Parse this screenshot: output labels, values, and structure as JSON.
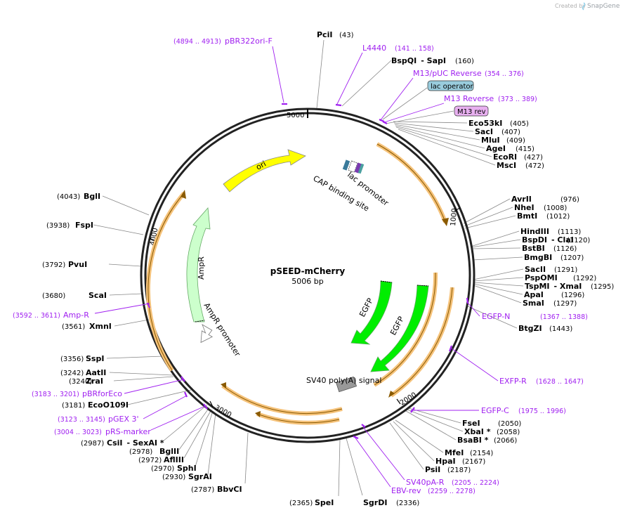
{
  "credit": {
    "prefix": "Created by",
    "brand": "SnapGene"
  },
  "plasmid": {
    "name": "pSEED-mCherry",
    "size": "5006 bp"
  },
  "ticks": [
    "1000",
    "2000",
    "3000",
    "4000",
    "5000"
  ],
  "features": [
    {
      "label": "ori",
      "color": "#ffff00"
    },
    {
      "label": "AmpR",
      "color": "#ccffcc"
    },
    {
      "label": "AmpR promoter",
      "color": "#ffffff"
    },
    {
      "label": "EGFP",
      "color": "#00ee00"
    },
    {
      "label": "EGFP",
      "color": "#00ee00"
    },
    {
      "label": "lac promoter",
      "color": "#ffffff"
    },
    {
      "label": "CAP binding site",
      "color": "#ffffff"
    },
    {
      "label": "SV40 poly(A) signal",
      "color": "#999999"
    }
  ],
  "boxed_features": [
    {
      "label": "lac operator",
      "color": "#99ccdd"
    },
    {
      "label": "M13 rev",
      "color": "#e8b0f0"
    }
  ],
  "sites": [
    {
      "name": "PciI",
      "pos": "(43)"
    },
    {
      "name": "BspQI",
      "suffix": "- SapI",
      "pos": "(160)"
    },
    {
      "name": "Eco53kI",
      "pos": "(405)"
    },
    {
      "name": "SacI",
      "pos": "(407)"
    },
    {
      "name": "MluI",
      "pos": "(409)"
    },
    {
      "name": "AgeI",
      "pos": "(415)"
    },
    {
      "name": "EcoRI",
      "pos": "(427)"
    },
    {
      "name": "MscI",
      "pos": "(472)"
    },
    {
      "name": "AvrII",
      "pos": "(976)"
    },
    {
      "name": "NheI",
      "pos": "(1008)"
    },
    {
      "name": "BmtI",
      "pos": "(1012)"
    },
    {
      "name": "HindIII",
      "pos": "(1113)"
    },
    {
      "name": "BspDI",
      "suffix": "- ClaI",
      "pos": "(1120)"
    },
    {
      "name": "BstBI",
      "pos": "(1126)"
    },
    {
      "name": "BmgBI",
      "pos": "(1207)"
    },
    {
      "name": "SacII",
      "pos": "(1291)"
    },
    {
      "name": "PspOMI",
      "pos": "(1292)"
    },
    {
      "name": "TspMI",
      "suffix": "- XmaI",
      "pos": "(1295)"
    },
    {
      "name": "ApaI",
      "pos": "(1296)"
    },
    {
      "name": "SmaI",
      "pos": "(1297)"
    },
    {
      "name": "BtgZI",
      "pos": "(1443)"
    },
    {
      "name": "FseI",
      "pos": "(2050)"
    },
    {
      "name": "XbaI *",
      "pos": "(2058)"
    },
    {
      "name": "BsaBI *",
      "pos": "(2066)"
    },
    {
      "name": "MfeI",
      "pos": "(2154)"
    },
    {
      "name": "HpaI",
      "pos": "(2167)"
    },
    {
      "name": "PsiI",
      "pos": "(2187)"
    },
    {
      "name": "SgrDI",
      "pos": "(2336)"
    },
    {
      "name": "SpeI",
      "pos": "(2365)"
    },
    {
      "name": "BbvCI",
      "pos": "(2787)"
    },
    {
      "name": "SgrAI",
      "pos": "(2930)"
    },
    {
      "name": "SphI",
      "pos": "(2970)"
    },
    {
      "name": "AflIII",
      "pos": "(2972)"
    },
    {
      "name": "BglII",
      "pos": "(2978)"
    },
    {
      "name": "CsiI",
      "suffix": "- SexAI *",
      "pos": "(2987)"
    },
    {
      "name": "EcoO109I",
      "pos": "(3181)"
    },
    {
      "name": "ZraI",
      "pos": "(3240)"
    },
    {
      "name": "AatII",
      "pos": "(3242)"
    },
    {
      "name": "SspI",
      "pos": "(3356)"
    },
    {
      "name": "XmnI",
      "pos": "(3561)"
    },
    {
      "name": "ScaI",
      "pos": "(3680)"
    },
    {
      "name": "PvuI",
      "pos": "(3792)"
    },
    {
      "name": "FspI",
      "pos": "(3938)"
    },
    {
      "name": "BglI",
      "pos": "(4043)"
    }
  ],
  "primers": [
    {
      "name": "pBR322ori-F",
      "range": "(4894 .. 4913)"
    },
    {
      "name": "L4440",
      "range": "(141 .. 158)"
    },
    {
      "name": "M13/pUC Reverse",
      "range": "(354 .. 376)"
    },
    {
      "name": "M13 Reverse",
      "range": "(373 .. 389)"
    },
    {
      "name": "EGFP-N",
      "range": "(1367 .. 1388)"
    },
    {
      "name": "EXFP-R",
      "range": "(1628 .. 1647)"
    },
    {
      "name": "EGFP-C",
      "range": "(1975 .. 1996)"
    },
    {
      "name": "SV40pA-R",
      "range": "(2205 .. 2224)"
    },
    {
      "name": "EBV-rev",
      "range": "(2259 .. 2278)"
    },
    {
      "name": "pGEX 3'",
      "range": "(3123 .. 3145)"
    },
    {
      "name": "pRS-marker",
      "range": "(3004 .. 3023)"
    },
    {
      "name": "pBRforEco",
      "range": "(3183 .. 3201)"
    },
    {
      "name": "Amp-R",
      "range": "(3592 .. 3611)"
    }
  ]
}
